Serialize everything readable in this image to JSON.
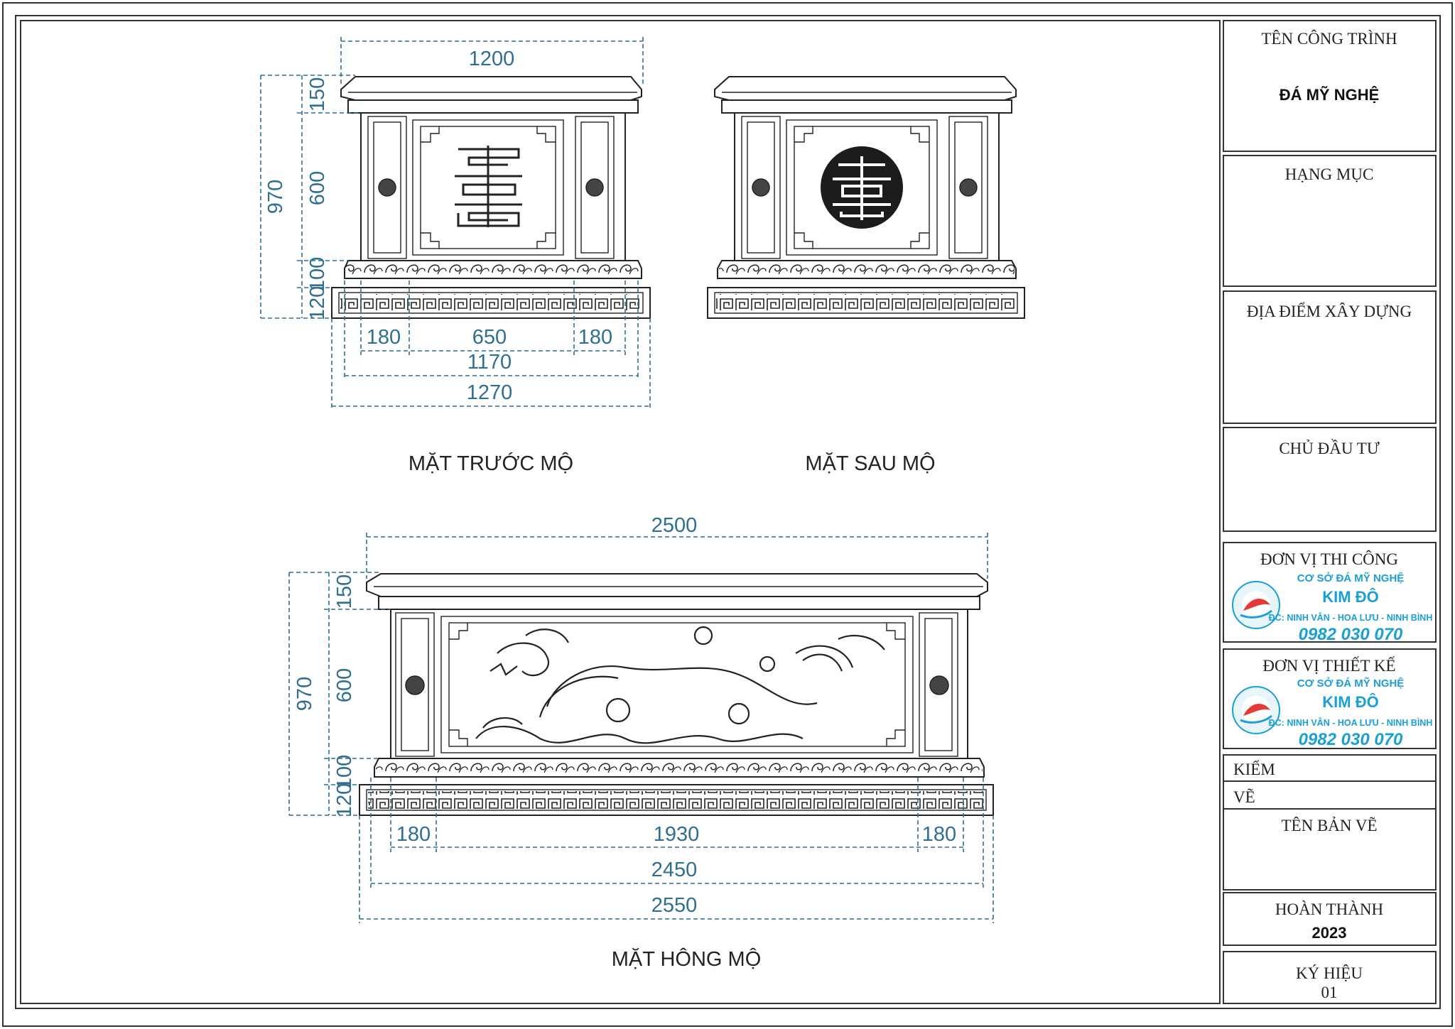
{
  "title_block": {
    "project_label": "TÊN CÔNG TRÌNH",
    "project_value": "ĐÁ MỸ NGHỆ",
    "category_label": "HẠNG MỤC",
    "location_label": "ĐỊA ĐIỂM XÂY DỰNG",
    "owner_label": "CHỦ ĐẦU TƯ",
    "contractor_label": "ĐƠN VỊ THI CÔNG",
    "designer_label": "ĐƠN VỊ THIẾT KẾ",
    "check_label": "KIỂM",
    "draw_label": "VẼ",
    "sheet_label": "TÊN BẢN VẼ",
    "complete_label": "HOÀN THÀNH",
    "complete_year": "2023",
    "code_label": "KÝ HIỆU",
    "code_value": "01"
  },
  "company": {
    "line1": "CƠ SỞ ĐÁ MỸ NGHỆ",
    "name": "KIM ĐÔ",
    "address": "ĐC: NINH VÂN - HOA LƯU - NINH BÌNH",
    "phone": "0982 030 070",
    "brand_color": "#1a9fd8",
    "logo_icon": "kim-do-logo-icon"
  },
  "views": {
    "front": {
      "title": "MẶT TRƯỚC MỘ",
      "top_width": "1200",
      "h_top": "150",
      "h_body": "600",
      "h_total": "970",
      "h_band": "100",
      "h_base": "120",
      "w_side_left": "180",
      "w_center": "650",
      "w_side_right": "180",
      "w_mid": "1170",
      "w_base": "1270"
    },
    "back": {
      "title": "MẶT SAU MỘ"
    },
    "side": {
      "title": "MẶT HÔNG MỘ",
      "top_width": "2500",
      "h_top": "150",
      "h_body": "600",
      "h_total": "970",
      "h_band": "100",
      "h_base": "120",
      "w_side_left": "180",
      "w_center": "1930",
      "w_side_right": "180",
      "w_mid": "2450",
      "w_base": "2550"
    }
  },
  "colors": {
    "dimension": "#2e6f92",
    "outline": "#222222"
  }
}
